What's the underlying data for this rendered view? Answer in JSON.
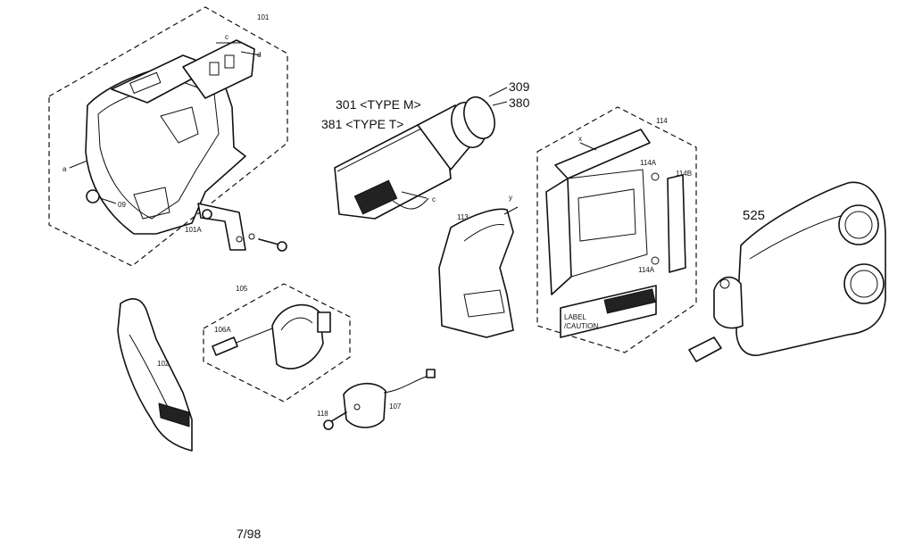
{
  "callouts": {
    "c101": "101",
    "c09": "09",
    "c101a": "101A",
    "ca": "a",
    "cc1": "c",
    "cd": "d",
    "c301": "301 <TYPE M>",
    "c381": "381 <TYPE T>",
    "c309": "309",
    "c380": "380",
    "cc2": "c",
    "c114": "114",
    "cx": "x",
    "c114a_top": "114A",
    "c114b": "114B",
    "c114a_bot": "114A",
    "c113": "113",
    "cy": "y",
    "clabel1": "LABEL",
    "clabel2": "/CAUTION",
    "c525": "525",
    "c105": "105",
    "c106a": "106A",
    "c102": "102",
    "c107": "107",
    "c118": "118",
    "footer_date": "7/98"
  }
}
